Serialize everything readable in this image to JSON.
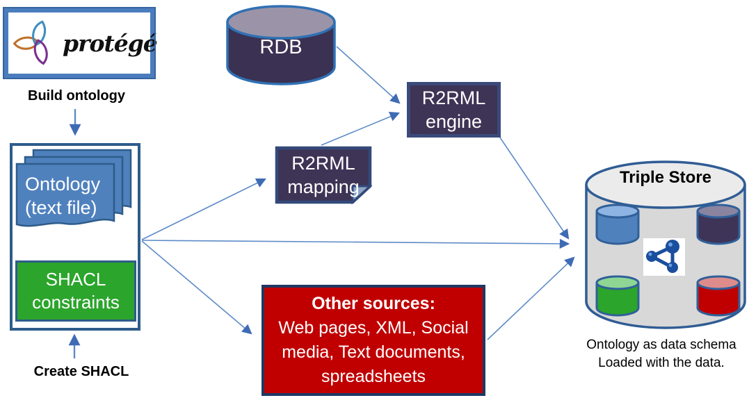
{
  "protege": {
    "logo_text": "protégé",
    "caption": "Build ontology"
  },
  "ontology_doc": {
    "line1": "Ontology",
    "line2": "(text file)"
  },
  "shacl_box": {
    "line1": "SHACL",
    "line2": "constraints",
    "caption": "Create SHACL"
  },
  "rdb": {
    "label": "RDB"
  },
  "r2rml_engine": {
    "line1": "R2RML",
    "line2": "engine"
  },
  "r2rml_mapping": {
    "line1": "R2RML",
    "line2": "mapping"
  },
  "other_sources": {
    "title": "Other sources:",
    "line1": "Web pages, XML, Social",
    "line2": "media, Text documents,",
    "line3": "spreadsheets"
  },
  "triple_store": {
    "title": "Triple Store",
    "caption_line1": "Ontology as data schema",
    "caption_line2": "Loaded with the data."
  },
  "edges": [
    {
      "from": "protege",
      "to": "ontology-container",
      "label": ""
    },
    {
      "from": "ontology-doc",
      "to": "shacl-box",
      "label": ""
    },
    {
      "from": "create-shacl-caption",
      "to": "ontology-container",
      "label": ""
    },
    {
      "from": "rdb",
      "to": "r2rml-engine",
      "label": ""
    },
    {
      "from": "r2rml-mapping",
      "to": "r2rml-engine",
      "label": ""
    },
    {
      "from": "ontology-container",
      "to": "r2rml-mapping",
      "label": ""
    },
    {
      "from": "ontology-container",
      "to": "triple-store",
      "label": ""
    },
    {
      "from": "ontology-container",
      "to": "other-sources",
      "label": ""
    },
    {
      "from": "r2rml-engine",
      "to": "triple-store",
      "label": ""
    },
    {
      "from": "other-sources",
      "to": "triple-store",
      "label": ""
    }
  ],
  "colors": {
    "arrow_line": "#5E8BC8",
    "arrow_head": "#3F6BB5",
    "frame_blue": "#4B7DBE",
    "border_navy": "#2E5C8A",
    "doc_blue": "#4F81BD",
    "green": "#2BA52B",
    "dark_purple": "#3E3456",
    "purple_border": "#3A4A7A",
    "red": "#C00000",
    "red_border": "#1F3864",
    "store_gray": "#D8D8D8",
    "store_top": "#EBEBEB",
    "rdb_top": "#9B94A8",
    "rdf_icon_blue": "#1A4E9E"
  }
}
